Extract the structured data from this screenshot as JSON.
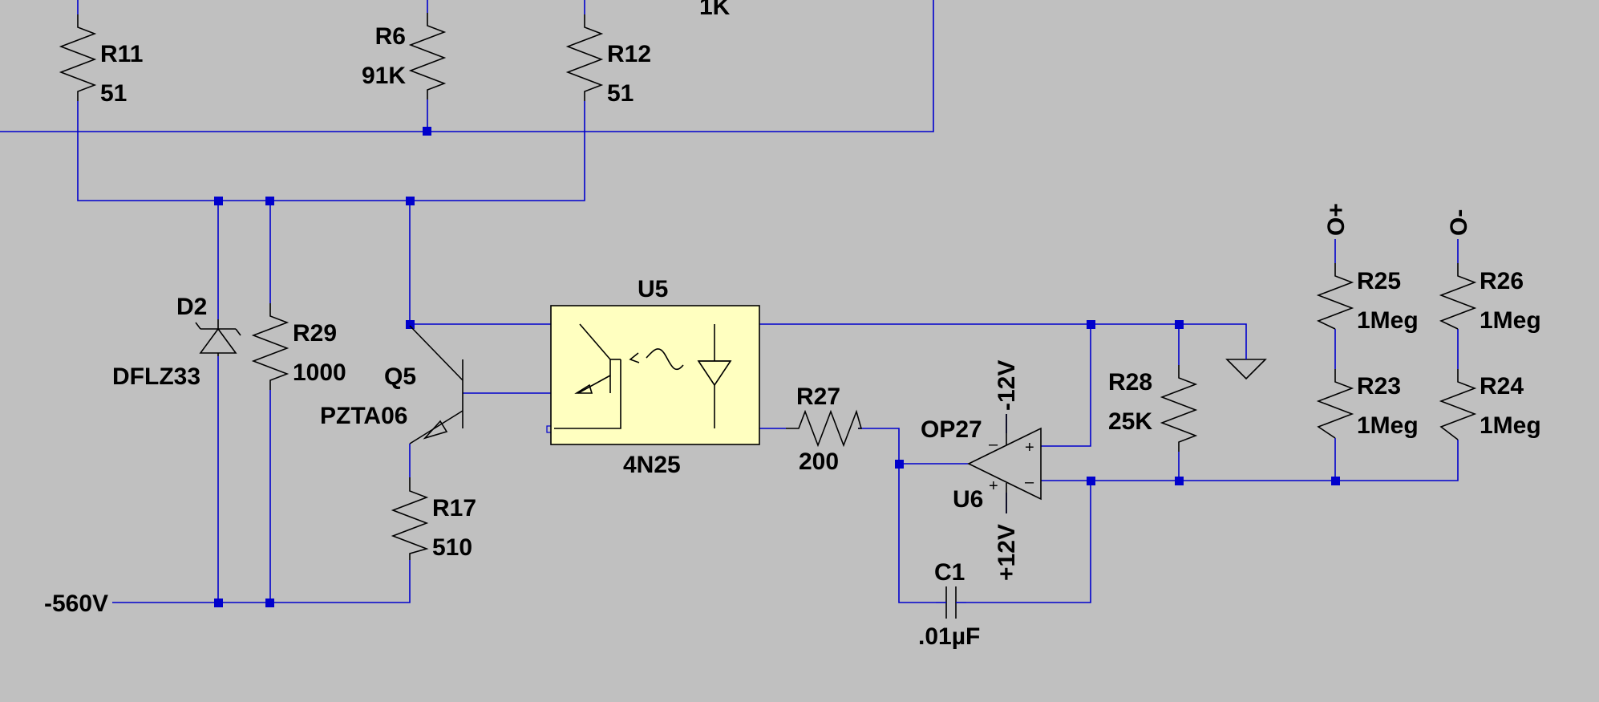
{
  "colors": {
    "background": "#c0c0c0",
    "wire": "#0000cc",
    "component": "#000000",
    "optocoupler_fill": "#ffffc0"
  },
  "components": {
    "r11": {
      "ref": "R11",
      "value": "51"
    },
    "r6": {
      "ref": "R6",
      "value": "91K"
    },
    "r12": {
      "ref": "R12",
      "value": "51"
    },
    "top_value": "1K",
    "d2": {
      "ref": "D2",
      "value": "DFLZ33"
    },
    "r29": {
      "ref": "R29",
      "value": "1000"
    },
    "q5": {
      "ref": "Q5",
      "value": "PZTA06"
    },
    "r17": {
      "ref": "R17",
      "value": "510"
    },
    "u5": {
      "ref": "U5",
      "value": "4N25"
    },
    "r27": {
      "ref": "R27",
      "value": "200"
    },
    "u6": {
      "ref": "U6",
      "value": "OP27"
    },
    "c1": {
      "ref": "C1",
      "value": ".01µF"
    },
    "r28": {
      "ref": "R28",
      "value": "25K"
    },
    "r25": {
      "ref": "R25",
      "value": "1Meg"
    },
    "r23": {
      "ref": "R23",
      "value": "1Meg"
    },
    "r26": {
      "ref": "R26",
      "value": "1Meg"
    },
    "r24": {
      "ref": "R24",
      "value": "1Meg"
    }
  },
  "nets": {
    "neg_supply": "-560V",
    "neg12": "-12V",
    "pos12": "+12V",
    "out_plus": "O+",
    "out_minus": "O-"
  },
  "opamp_pins": {
    "minus": "–",
    "plus": "+"
  }
}
